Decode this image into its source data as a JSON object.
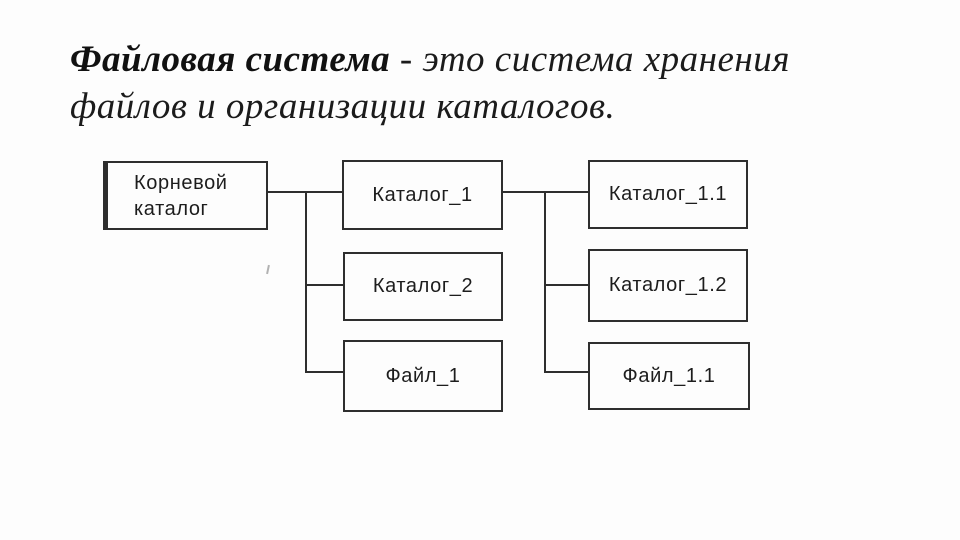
{
  "slide": {
    "title": {
      "emphasis": "Файловая система",
      "line1_rest": " - это система хранения",
      "line2": "файлов и организации каталогов."
    }
  },
  "diagram": {
    "root": {
      "line1": "Корневой",
      "line2": "каталог"
    },
    "nodes": {
      "katalog1": "Каталог_1",
      "katalog2": "Каталог_2",
      "file1": "Файл_1",
      "katalog11": "Каталог_1.1",
      "katalog12": "Каталог_1.2",
      "file11": "Файл_1.1"
    },
    "structure": [
      {
        "parent": "Корневой каталог",
        "children": [
          "Каталог_1",
          "Каталог_2",
          "Файл_1"
        ]
      },
      {
        "parent": "Каталог_1",
        "children": [
          "Каталог_1.1",
          "Каталог_1.2",
          "Файл_1.1"
        ]
      }
    ]
  },
  "colors": {
    "background": "#fdfdfd",
    "ink": "#1b1b1b",
    "box_border": "#2e2e2e",
    "connector": "#2e2e2e"
  }
}
